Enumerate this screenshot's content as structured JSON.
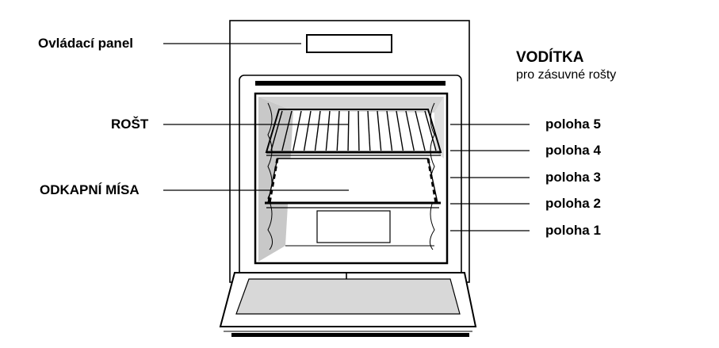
{
  "labels": {
    "control_panel": "Ovládací panel",
    "rack": "ROŠT",
    "drip_tray": "ODKAPNÍ MÍSA"
  },
  "guides": {
    "title": "VODÍTKA",
    "subtitle": "pro zásuvné rošty",
    "positions": [
      "poloha 5",
      "poloha 4",
      "poloha 3",
      "poloha 2",
      "poloha 1"
    ]
  },
  "colors": {
    "line": "#000000",
    "cavity_shade": "#c8c8c8",
    "glass_shade": "#d8d8d8"
  }
}
